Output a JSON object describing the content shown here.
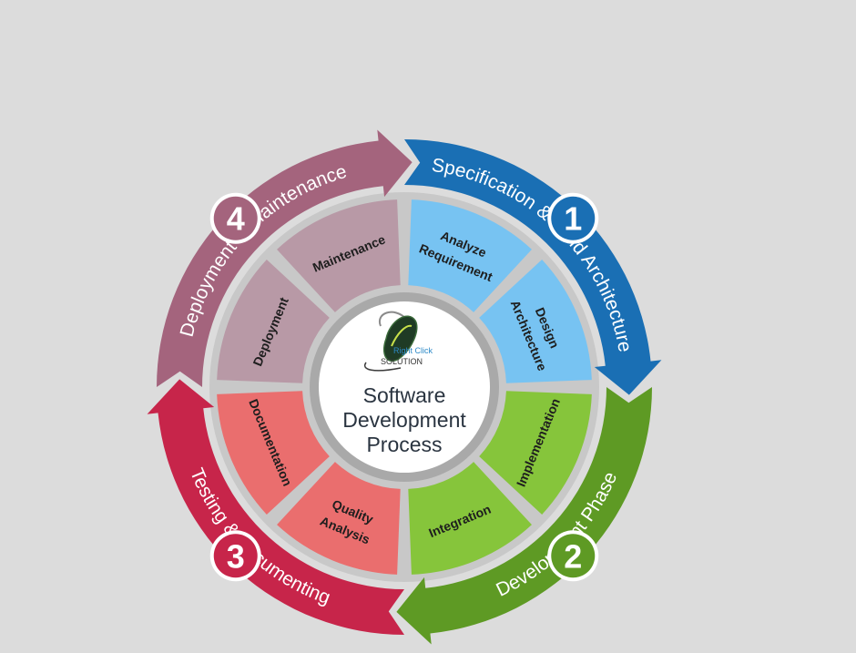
{
  "colors": {
    "background": "#dcdcdc",
    "phase1": "#1a6fb4",
    "phase2": "#5e9a24",
    "phase3": "#c7254a",
    "phase4": "#a4647d",
    "seg1": "#77c3f2",
    "seg2": "#86c53b",
    "seg3": "#ea6e6e",
    "seg4": "#b899a6"
  },
  "center": {
    "logo_name": "right-click-solution-logo",
    "logo_line1": "Right Click",
    "logo_line2": "SOLUTION",
    "title_lines": [
      "Software",
      "Development",
      "Process"
    ]
  },
  "phases": [
    {
      "number": "1",
      "label": "Specification &  Build Architecture"
    },
    {
      "number": "2",
      "label": "Development Phase"
    },
    {
      "number": "3",
      "label": "Testing & Documenting"
    },
    {
      "number": "4",
      "label": "Deployment & Maintenance"
    }
  ],
  "segments": [
    {
      "lines": [
        "Analyze",
        "Requirement"
      ]
    },
    {
      "lines": [
        "Design",
        "Architecture"
      ]
    },
    {
      "lines": [
        "Implementation"
      ]
    },
    {
      "lines": [
        "Integration"
      ]
    },
    {
      "lines": [
        "Quality",
        "Analysis"
      ]
    },
    {
      "lines": [
        "Documentation"
      ]
    },
    {
      "lines": [
        "Deployment"
      ]
    },
    {
      "lines": [
        "Maintenance"
      ]
    }
  ]
}
